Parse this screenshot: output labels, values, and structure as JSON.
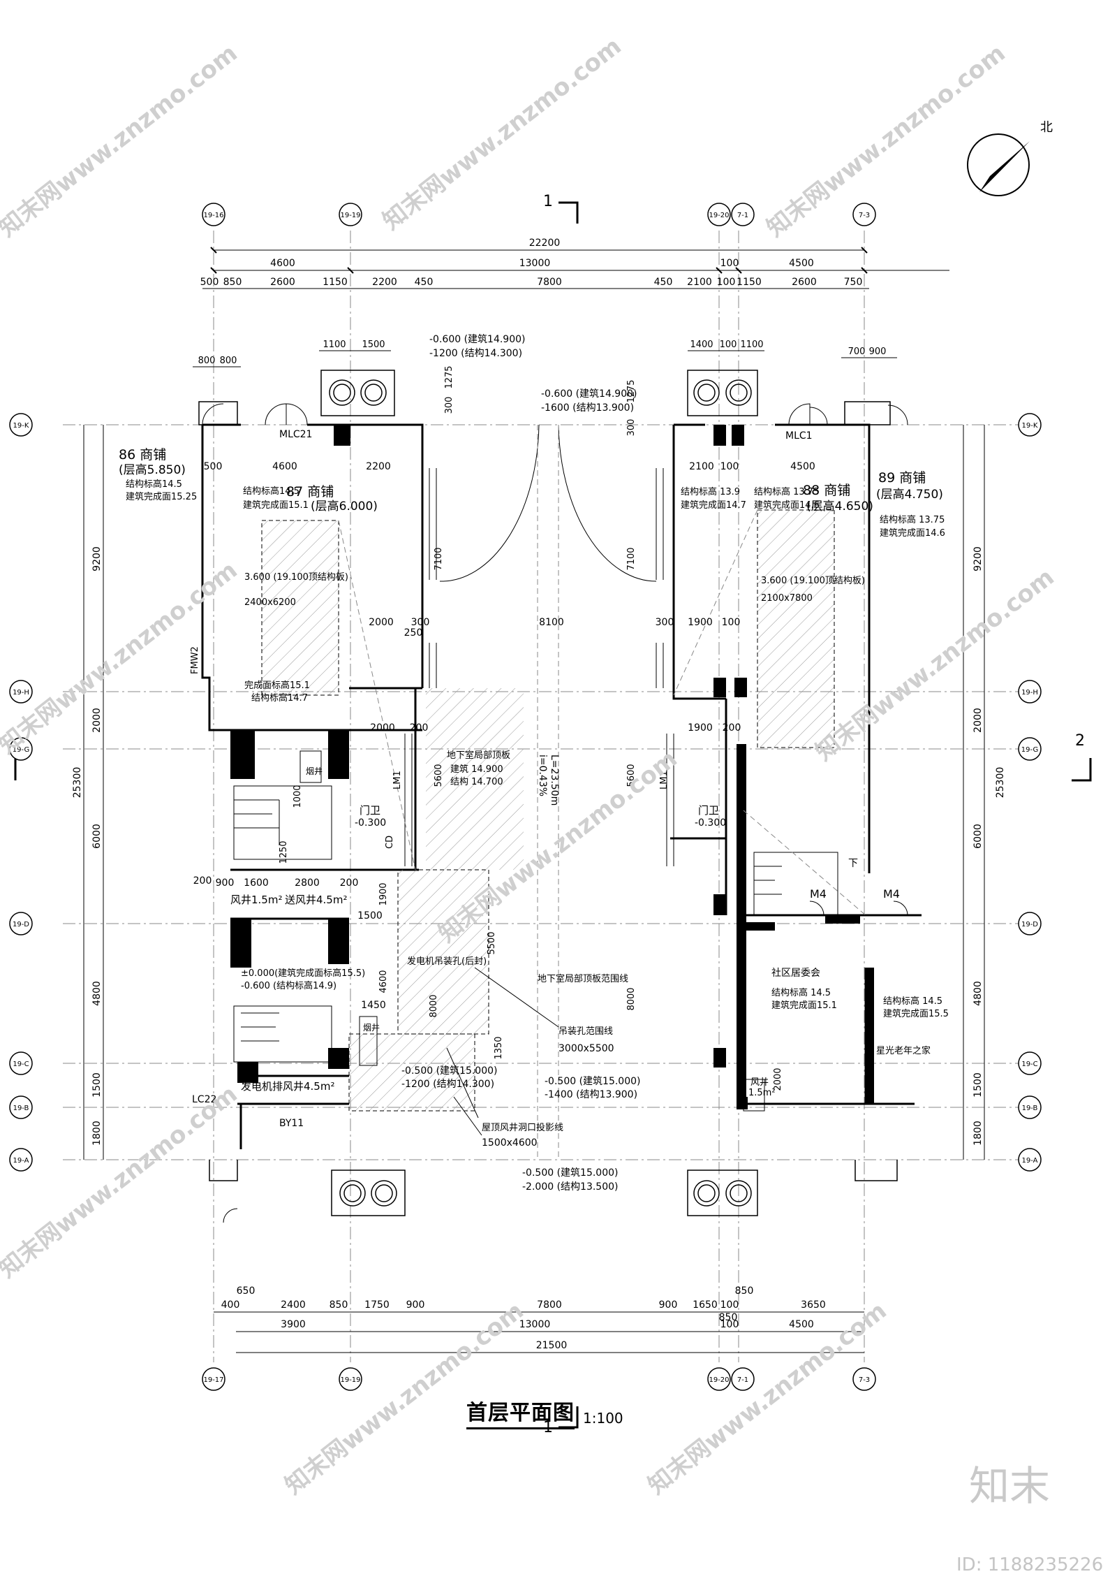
{
  "title": {
    "main": "首层平面图",
    "scale": "1:100"
  },
  "watermark": {
    "logo": "知末",
    "id": "ID: 1188235226",
    "site": "知末网www.znzmo.com"
  },
  "north": {
    "label": "北"
  },
  "section_marks": {
    "top": "1",
    "bottom": "1",
    "right": "2"
  },
  "axes": {
    "top": [
      "19-16",
      "19-19",
      "19-20",
      "7-1",
      "7-3"
    ],
    "bottom": [
      "19-17",
      "19-19",
      "19-20",
      "7-1",
      "7-3"
    ],
    "rows_left": [
      "19-K",
      "19-H",
      "19-G",
      "19-D",
      "19-C",
      "19-B",
      "19-A"
    ],
    "rows_right": [
      "19-K",
      "19-H",
      "19-G",
      "19-D",
      "19-C",
      "19-B",
      "19-A"
    ]
  },
  "dims": {
    "top_total": "22200",
    "top_mid": [
      "4600",
      "13000",
      "100",
      "4500"
    ],
    "top_detail": [
      "500",
      "850",
      "2600",
      "1150",
      "2200",
      "450",
      "7800",
      "450",
      "2100",
      "100",
      "1150",
      "2600",
      "750"
    ],
    "bottom_detail": [
      "400",
      "650",
      "2400",
      "850",
      "1750",
      "900",
      "7800",
      "900",
      "1650",
      "100",
      "850",
      "3650"
    ],
    "bottom_mid": [
      "3900",
      "13000",
      "100",
      "4500"
    ],
    "bottom_total": "21500",
    "left_total": "25300",
    "right_total": "25300",
    "left_rows": [
      "9200",
      "2000",
      "6000",
      "4800",
      "1500",
      "1800"
    ],
    "right_rows": [
      "9200",
      "2000",
      "6000",
      "4800",
      "1500",
      "1800"
    ],
    "small_top_left": [
      "800",
      "800"
    ],
    "small_top_l2": [
      "1100",
      "1500"
    ],
    "small_top_r1": [
      "1400",
      "100",
      "1100"
    ],
    "small_top_r2": [
      "700",
      "900"
    ]
  },
  "labels": {
    "shop86": "86 商铺",
    "shop86_level": "(层高5.850)",
    "shop86_struct": "结构标高14.5",
    "shop86_finish": "建筑完成面15.25",
    "shop87": "87 商铺",
    "shop87_level": "(层高6.000)",
    "shop87_struct": "结构标高14.5",
    "shop87_finish": "建筑完成面15.1",
    "shop88": "88 商铺",
    "shop88_level": "(层高4.650)",
    "shop88_struct": "结构标高 13.9",
    "shop88_finish": "建筑完成面14.7",
    "shop88_struct2": "结构标高 13.75",
    "shop88_finish2": "建筑完成面14.6",
    "shop89": "89 商铺",
    "shop89_level": "(层高4.750)",
    "shop89_struct": "结构标高 13.75",
    "shop89_finish": "建筑完成面14.6",
    "mlc21": "MLC21",
    "mlc1": "MLC1",
    "void_left": "3.600 (19.100顶结构板)",
    "void_left_size": "2400x6200",
    "void_right": "3.600 (19.100顶结构板)",
    "void_right_size": "2100x7800",
    "elev_top1a": "-0.600 (建筑14.900)",
    "elev_top1b": "-1200 (结构14.300)",
    "elev_top2a": "-0.600 (建筑14.900)",
    "elev_top2b": "-1600 (结构13.900)",
    "basement_roof": "地下室局部顶板",
    "basement_arch": "建筑 14.900",
    "basement_struct": "结构 14.700",
    "slope": "i=0.43%",
    "slope_len": "L=23.50m",
    "guard_left": "门卫",
    "guard_left_elev": "-0.300",
    "guard_right": "门卫",
    "guard_right_elev": "-0.300",
    "smoke_shaft": "烟井",
    "fresh_air": "送风井4.5m²",
    "wind_shaft": "风井1.5m²",
    "fmw2": "FMW2",
    "lm1_left": "LM1",
    "lm1_right": "LM1",
    "cd": "CD",
    "finish_face": "完成面标高15.1",
    "finish_struct": "结构标高14.7",
    "hoist_hole": "发电机吊装孔(后封)",
    "basement_line": "地下室局部顶板范围线",
    "hoist_range": "吊装孔范围线",
    "hoist_size": "3000x5500",
    "roof_shaft": "屋顶风井洞口投影线",
    "roof_shaft_size": "1500x4600",
    "gen_exhaust": "发电机排风井4.5m²",
    "by11": "BY11",
    "lc22": "LC22",
    "elev_mid1a": "-0.500 (建筑15.000)",
    "elev_mid1b": "-1200 (结构14.300)",
    "elev_mid2a": "-0.500 (建筑15.000)",
    "elev_mid2b": "-1400 (结构13.900)",
    "elev_bot_a": "-0.500 (建筑15.000)",
    "elev_bot_b": "-2.000 (结构13.500)",
    "zero_face": "±0.000(建筑完成面标高15.5)",
    "zero_struct": "-0.600 (结构标高14.9)",
    "community": "社区居委会",
    "community_struct": "结构标高 14.5",
    "community_finish": "建筑完成面15.1",
    "elderly_struct": "结构标高 14.5",
    "elderly_finish": "建筑完成面15.5",
    "elderly": "星光老年之家",
    "m4a": "M4",
    "m4b": "M4",
    "down": "下",
    "wind_right": "风井",
    "wind_right_area": "1.5m²",
    "shaft_small": "烟井"
  }
}
